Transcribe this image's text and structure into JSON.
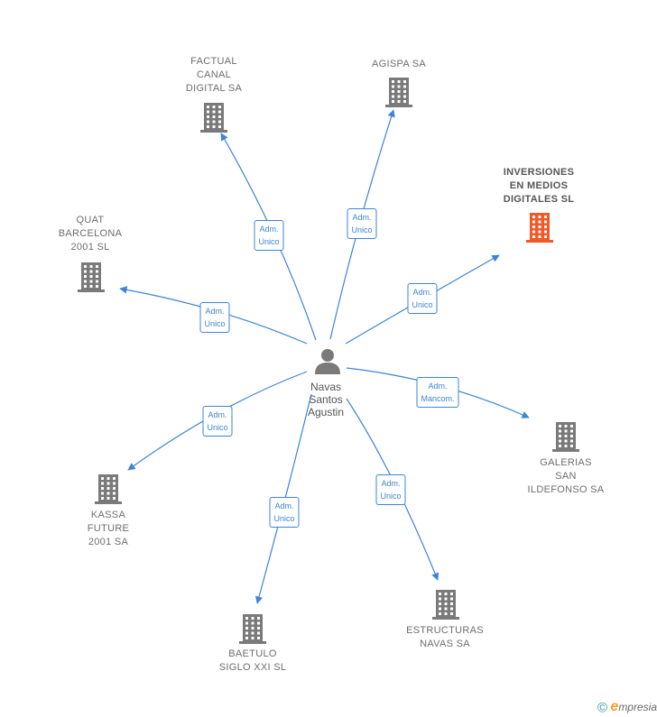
{
  "center": {
    "name_lines": [
      "Navas",
      "Santos",
      "Agustin"
    ]
  },
  "companies": [
    {
      "id": "factual",
      "lines": [
        "FACTUAL",
        "CANAL",
        "DIGITAL SA"
      ],
      "role_lines": [
        "Adm.",
        "Unico"
      ],
      "highlight": false
    },
    {
      "id": "agispa",
      "lines": [
        "AGISPA SA"
      ],
      "role_lines": [
        "Adm.",
        "Unico"
      ],
      "highlight": false
    },
    {
      "id": "inversiones",
      "lines": [
        "INVERSIONES",
        "EN MEDIOS",
        "DIGITALES SL"
      ],
      "role_lines": [
        "Adm.",
        "Unico"
      ],
      "highlight": true
    },
    {
      "id": "quat",
      "lines": [
        "QUAT",
        "BARCELONA",
        "2001 SL"
      ],
      "role_lines": [
        "Adm.",
        "Unico"
      ],
      "highlight": false
    },
    {
      "id": "galerias",
      "lines": [
        "GALERIAS",
        "SAN",
        "ILDEFONSO SA"
      ],
      "role_lines": [
        "Adm.",
        "Mancom."
      ],
      "highlight": false
    },
    {
      "id": "kassa",
      "lines": [
        "KASSA",
        "FUTURE",
        "2001 SA"
      ],
      "role_lines": [
        "Adm.",
        "Unico"
      ],
      "highlight": false
    },
    {
      "id": "baetulo",
      "lines": [
        "BAETULO",
        "SIGLO XXI SL"
      ],
      "role_lines": [
        "Adm.",
        "Unico"
      ],
      "highlight": false
    },
    {
      "id": "estructuras",
      "lines": [
        "ESTRUCTURAS",
        "NAVAS SA"
      ],
      "role_lines": [
        "Adm.",
        "Unico"
      ],
      "highlight": false
    }
  ],
  "colors": {
    "edge": "#3d84d6",
    "building": "#7a7a7a",
    "building_highlight": "#f05a28",
    "person": "#7a7a7a"
  },
  "watermark": {
    "copyright": "©",
    "brand_initial": "e",
    "brand_rest": "mpresia"
  }
}
